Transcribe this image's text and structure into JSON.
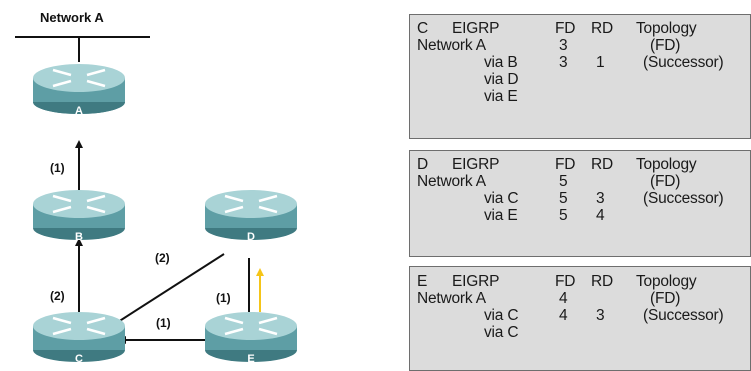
{
  "network_label": "Network A",
  "routers": [
    {
      "id": "A",
      "label": "A"
    },
    {
      "id": "B",
      "label": "B"
    },
    {
      "id": "C",
      "label": "C"
    },
    {
      "id": "D",
      "label": "D"
    },
    {
      "id": "E",
      "label": "E"
    }
  ],
  "links": [
    {
      "from": "B",
      "to": "A",
      "metric": "(1)"
    },
    {
      "from": "C",
      "to": "B",
      "metric": "(2)"
    },
    {
      "from": "C",
      "to": "D",
      "metric": "(2)"
    },
    {
      "from": "E",
      "to": "D",
      "metric": "(1)"
    },
    {
      "from": "E",
      "to": "C",
      "metric": "(1)"
    }
  ],
  "panels": [
    {
      "id": "C",
      "header": {
        "router": "C",
        "protocol": "EIGRP",
        "fd": "FD",
        "rd": "RD",
        "topology": "Topology"
      },
      "rows": [
        {
          "name": "Network A",
          "fd": "3",
          "rd": "",
          "topology": "(FD)"
        },
        {
          "name": "via B",
          "fd": "3",
          "rd": "1",
          "topology": "(Successor)"
        },
        {
          "name": "via D",
          "fd": "",
          "rd": "",
          "topology": ""
        },
        {
          "name": "via E",
          "fd": "",
          "rd": "",
          "topology": ""
        }
      ]
    },
    {
      "id": "D",
      "header": {
        "router": "D",
        "protocol": "EIGRP",
        "fd": "FD",
        "rd": "RD",
        "topology": "Topology"
      },
      "rows": [
        {
          "name": "Network A",
          "fd": "5",
          "rd": "",
          "topology": "(FD)"
        },
        {
          "name": "via C",
          "fd": "5",
          "rd": "3",
          "topology": "(Successor)"
        },
        {
          "name": "via E",
          "fd": "5",
          "rd": "4",
          "topology": ""
        }
      ]
    },
    {
      "id": "E",
      "header": {
        "router": "E",
        "protocol": "EIGRP",
        "fd": "FD",
        "rd": "RD",
        "topology": "Topology"
      },
      "rows": [
        {
          "name": "Network A",
          "fd": "4",
          "rd": "",
          "topology": "(FD)"
        },
        {
          "name": "via C",
          "fd": "4",
          "rd": "3",
          "topology": "(Successor)"
        },
        {
          "name": "via C",
          "fd": "",
          "rd": "",
          "topology": ""
        }
      ]
    }
  ],
  "colors": {
    "router_top": "#a9d3d6",
    "router_side": "#4f8e95",
    "panel_bg": "#dcdcdc",
    "highlight_arrow": "#f5c518"
  }
}
